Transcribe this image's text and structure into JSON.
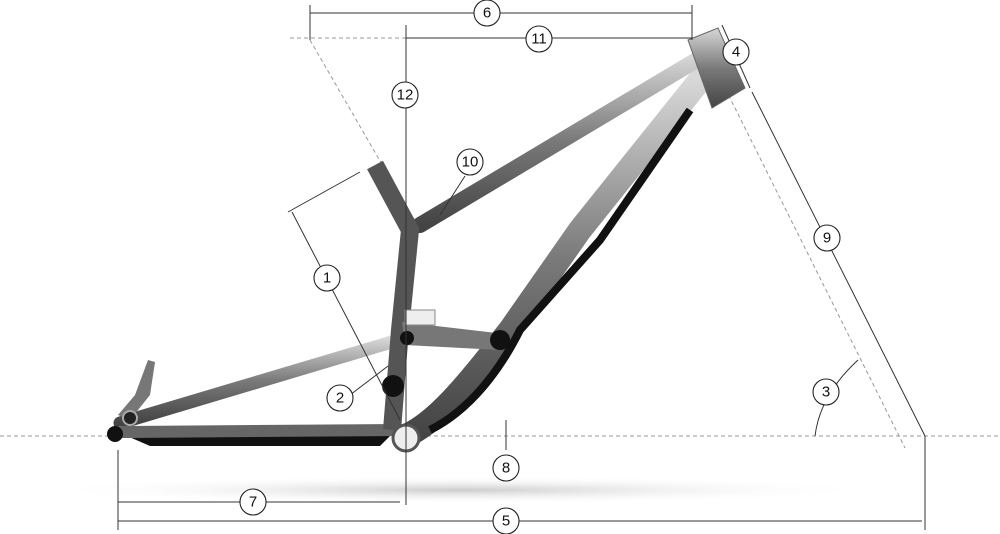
{
  "diagram": {
    "labels": [
      "1",
      "2",
      "3",
      "4",
      "5",
      "6",
      "7",
      "8",
      "9",
      "10",
      "11",
      "12"
    ],
    "colors": {
      "frame": "#8a8a8a",
      "frame_dark": "#3a3a3a",
      "guard": "#111111",
      "lines": "#333333"
    }
  }
}
